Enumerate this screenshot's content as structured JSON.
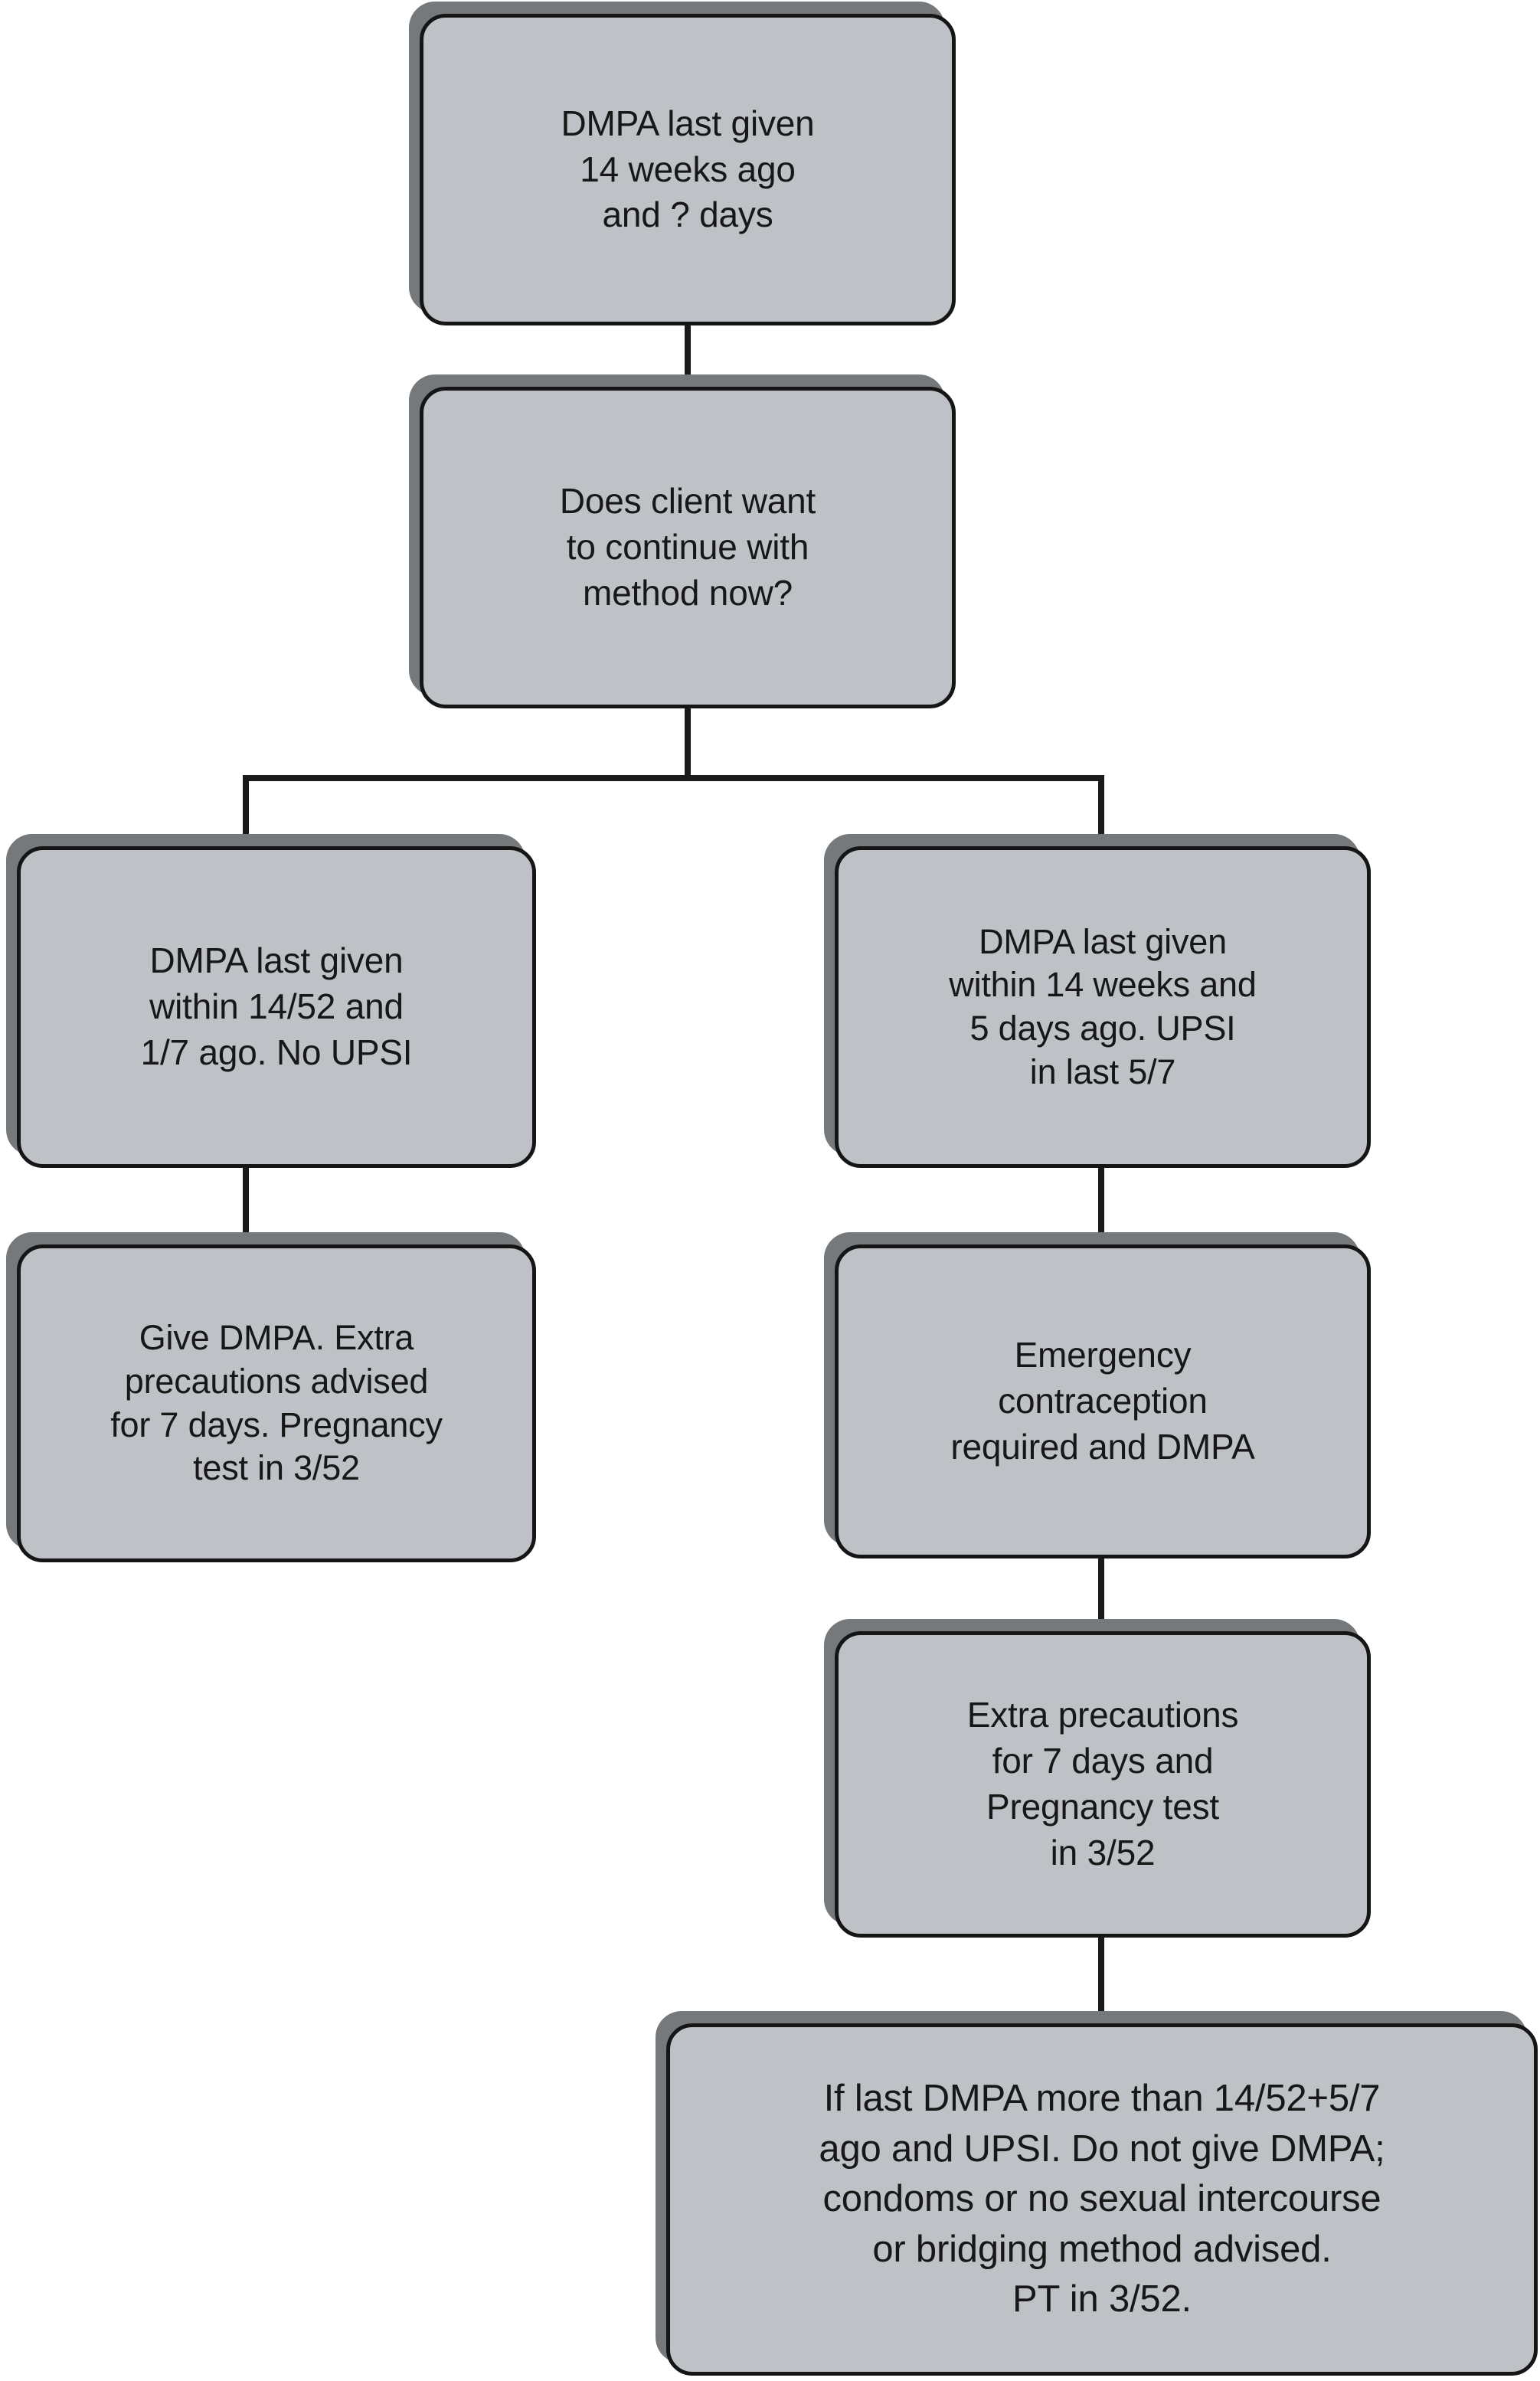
{
  "diagram": {
    "title": "DMPA late injection management flowchart",
    "background_color": "#ffffff",
    "node_fill_color": "#bec2c6",
    "node_border_color": "#151515",
    "node_shadow_color": "#76797c",
    "connector_color": "#1a1a1a"
  },
  "nodes": {
    "start": {
      "id": "n1",
      "text": "DMPA last given\n14 weeks ago\nand ? days"
    },
    "decision": {
      "id": "n2",
      "text": "Does client want\nto continue with\nmethod now?"
    },
    "left_condition": {
      "id": "n3",
      "text": "DMPA last given\nwithin 14/52 and\n1/7 ago. No UPSI"
    },
    "left_action": {
      "id": "n4",
      "text": "Give DMPA. Extra\nprecautions advised\nfor 7 days. Pregnancy\ntest in 3/52"
    },
    "right_condition": {
      "id": "n5",
      "text": "DMPA last given\nwithin 14 weeks and\n5 days ago. UPSI\nin last 5/7"
    },
    "right_action_1": {
      "id": "n6",
      "text": "Emergency\ncontraception\nrequired and DMPA"
    },
    "right_action_2": {
      "id": "n7",
      "text": "Extra precautions\nfor 7 days and\nPregnancy test\nin 3/52"
    },
    "final_note": {
      "id": "n8",
      "text": "If last DMPA more than 14/52+5/7\nago and UPSI. Do not give DMPA;\ncondoms or no sexual intercourse\nor bridging method advised.\nPT in 3/52."
    }
  },
  "edges": [
    {
      "from": "start",
      "to": "decision",
      "type": "vertical"
    },
    {
      "from": "decision",
      "to": "left_condition",
      "type": "fork-left"
    },
    {
      "from": "decision",
      "to": "right_condition",
      "type": "fork-right"
    },
    {
      "from": "left_condition",
      "to": "left_action",
      "type": "vertical"
    },
    {
      "from": "right_condition",
      "to": "right_action_1",
      "type": "vertical"
    },
    {
      "from": "right_action_1",
      "to": "right_action_2",
      "type": "vertical"
    },
    {
      "from": "right_action_2",
      "to": "final_note",
      "type": "vertical"
    }
  ]
}
